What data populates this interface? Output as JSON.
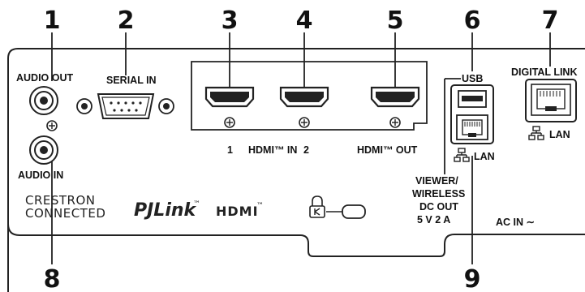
{
  "callouts": [
    "1",
    "2",
    "3",
    "4",
    "5",
    "6",
    "7",
    "8",
    "9"
  ],
  "labels": {
    "audio_out": "AUDIO OUT",
    "audio_in": "AUDIO IN",
    "serial_in": "SERIAL IN",
    "hdmi_in_1": "1",
    "hdmi_in": "HDMI™ IN",
    "hdmi_in_2": "2",
    "hdmi_out": "HDMI™ OUT",
    "usb": "USB",
    "lan_usb": "LAN",
    "digital_link": "DIGITAL LINK",
    "lan_digital": "LAN",
    "viewer_1": "VIEWER/",
    "viewer_2": "WIRELESS",
    "viewer_3": "DC OUT",
    "viewer_4": "5 V  2 A",
    "ac_in": "AC IN ∼"
  },
  "logos": {
    "crestron_1": "CRESTRON",
    "crestron_2": "CONNECTED",
    "pjlink": "PJLink",
    "pjlink_tm": "™",
    "hdmi": "HDMI",
    "hdmi_tm": "™"
  }
}
